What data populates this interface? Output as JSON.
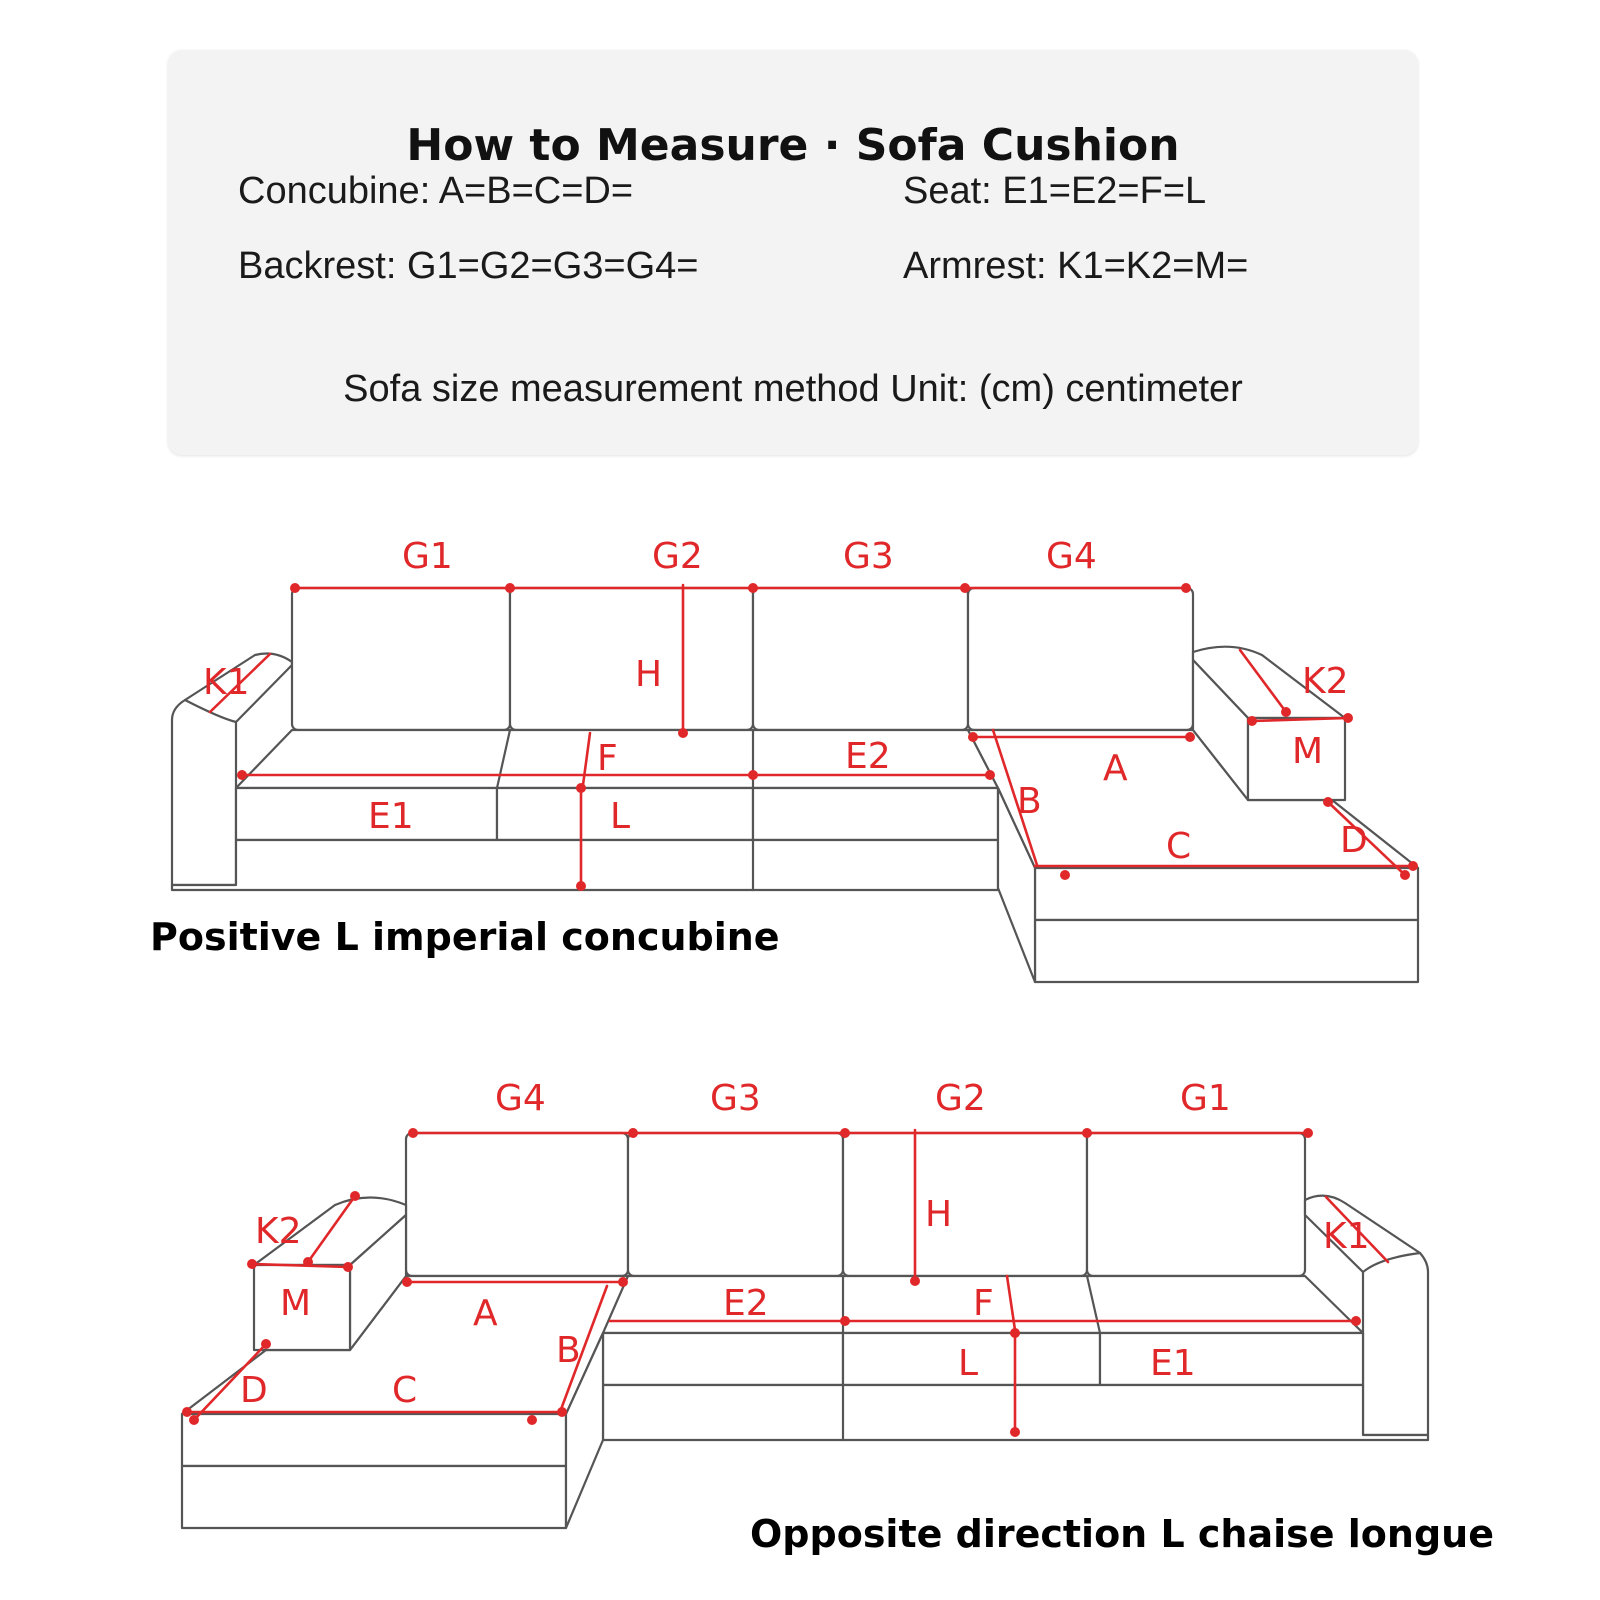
{
  "header": {
    "title": "How to Measure · Sofa Cushion",
    "concubine": "Concubine: A=B=C=D=",
    "seat": "Seat: E1=E2=F=L",
    "backrest": "Backrest: G1=G2=G3=G4=",
    "armrest": "Armrest: K1=K2=M=",
    "unit_note": "Sofa size measurement method Unit: (cm) centimeter"
  },
  "diagram_top": {
    "caption": "Positive L imperial concubine",
    "labels": {
      "g1": "G1",
      "g2": "G2",
      "g3": "G3",
      "g4": "G4",
      "h": "H",
      "f": "F",
      "l": "L",
      "e1": "E1",
      "e2": "E2",
      "k1": "K1",
      "k2": "K2",
      "m": "M",
      "a": "A",
      "b": "B",
      "c": "C",
      "d": "D"
    }
  },
  "diagram_bottom": {
    "caption": "Opposite direction L chaise longue",
    "labels": {
      "g1": "G1",
      "g2": "G2",
      "g3": "G3",
      "g4": "G4",
      "h": "H",
      "f": "F",
      "l": "L",
      "e1": "E1",
      "e2": "E2",
      "k1": "K1",
      "k2": "K2",
      "m": "M",
      "a": "A",
      "b": "B",
      "c": "C",
      "d": "D"
    }
  },
  "colors": {
    "measure": "#e0282a",
    "outline": "#555555",
    "card": "#f3f3f3"
  }
}
